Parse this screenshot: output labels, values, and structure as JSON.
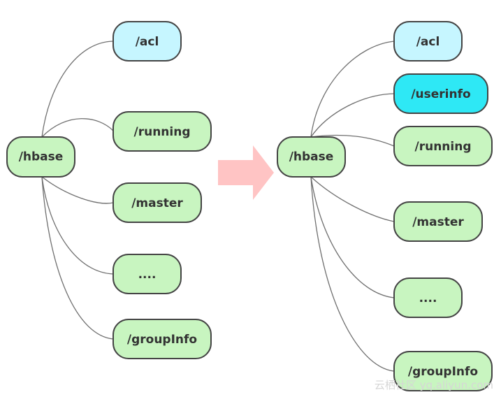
{
  "colors": {
    "root_fill": "#c8f5c0",
    "leaf_fill": "#c8f5c0",
    "acl_fill": "#c6f6ff",
    "userinfo_fill": "#2ee8f5",
    "node_stroke": "#444444",
    "arrow_fill": "#ffc4c4"
  },
  "before_tree": {
    "root": "/hbase",
    "children": [
      "/acl",
      "/running",
      "/master",
      "....",
      "/groupInfo"
    ]
  },
  "after_tree": {
    "root": "/hbase",
    "children": [
      "/acl",
      "/userinfo",
      "/running",
      "/master",
      "....",
      "/groupInfo"
    ]
  },
  "watermark": "云栖社区 yq.aliyun.com"
}
